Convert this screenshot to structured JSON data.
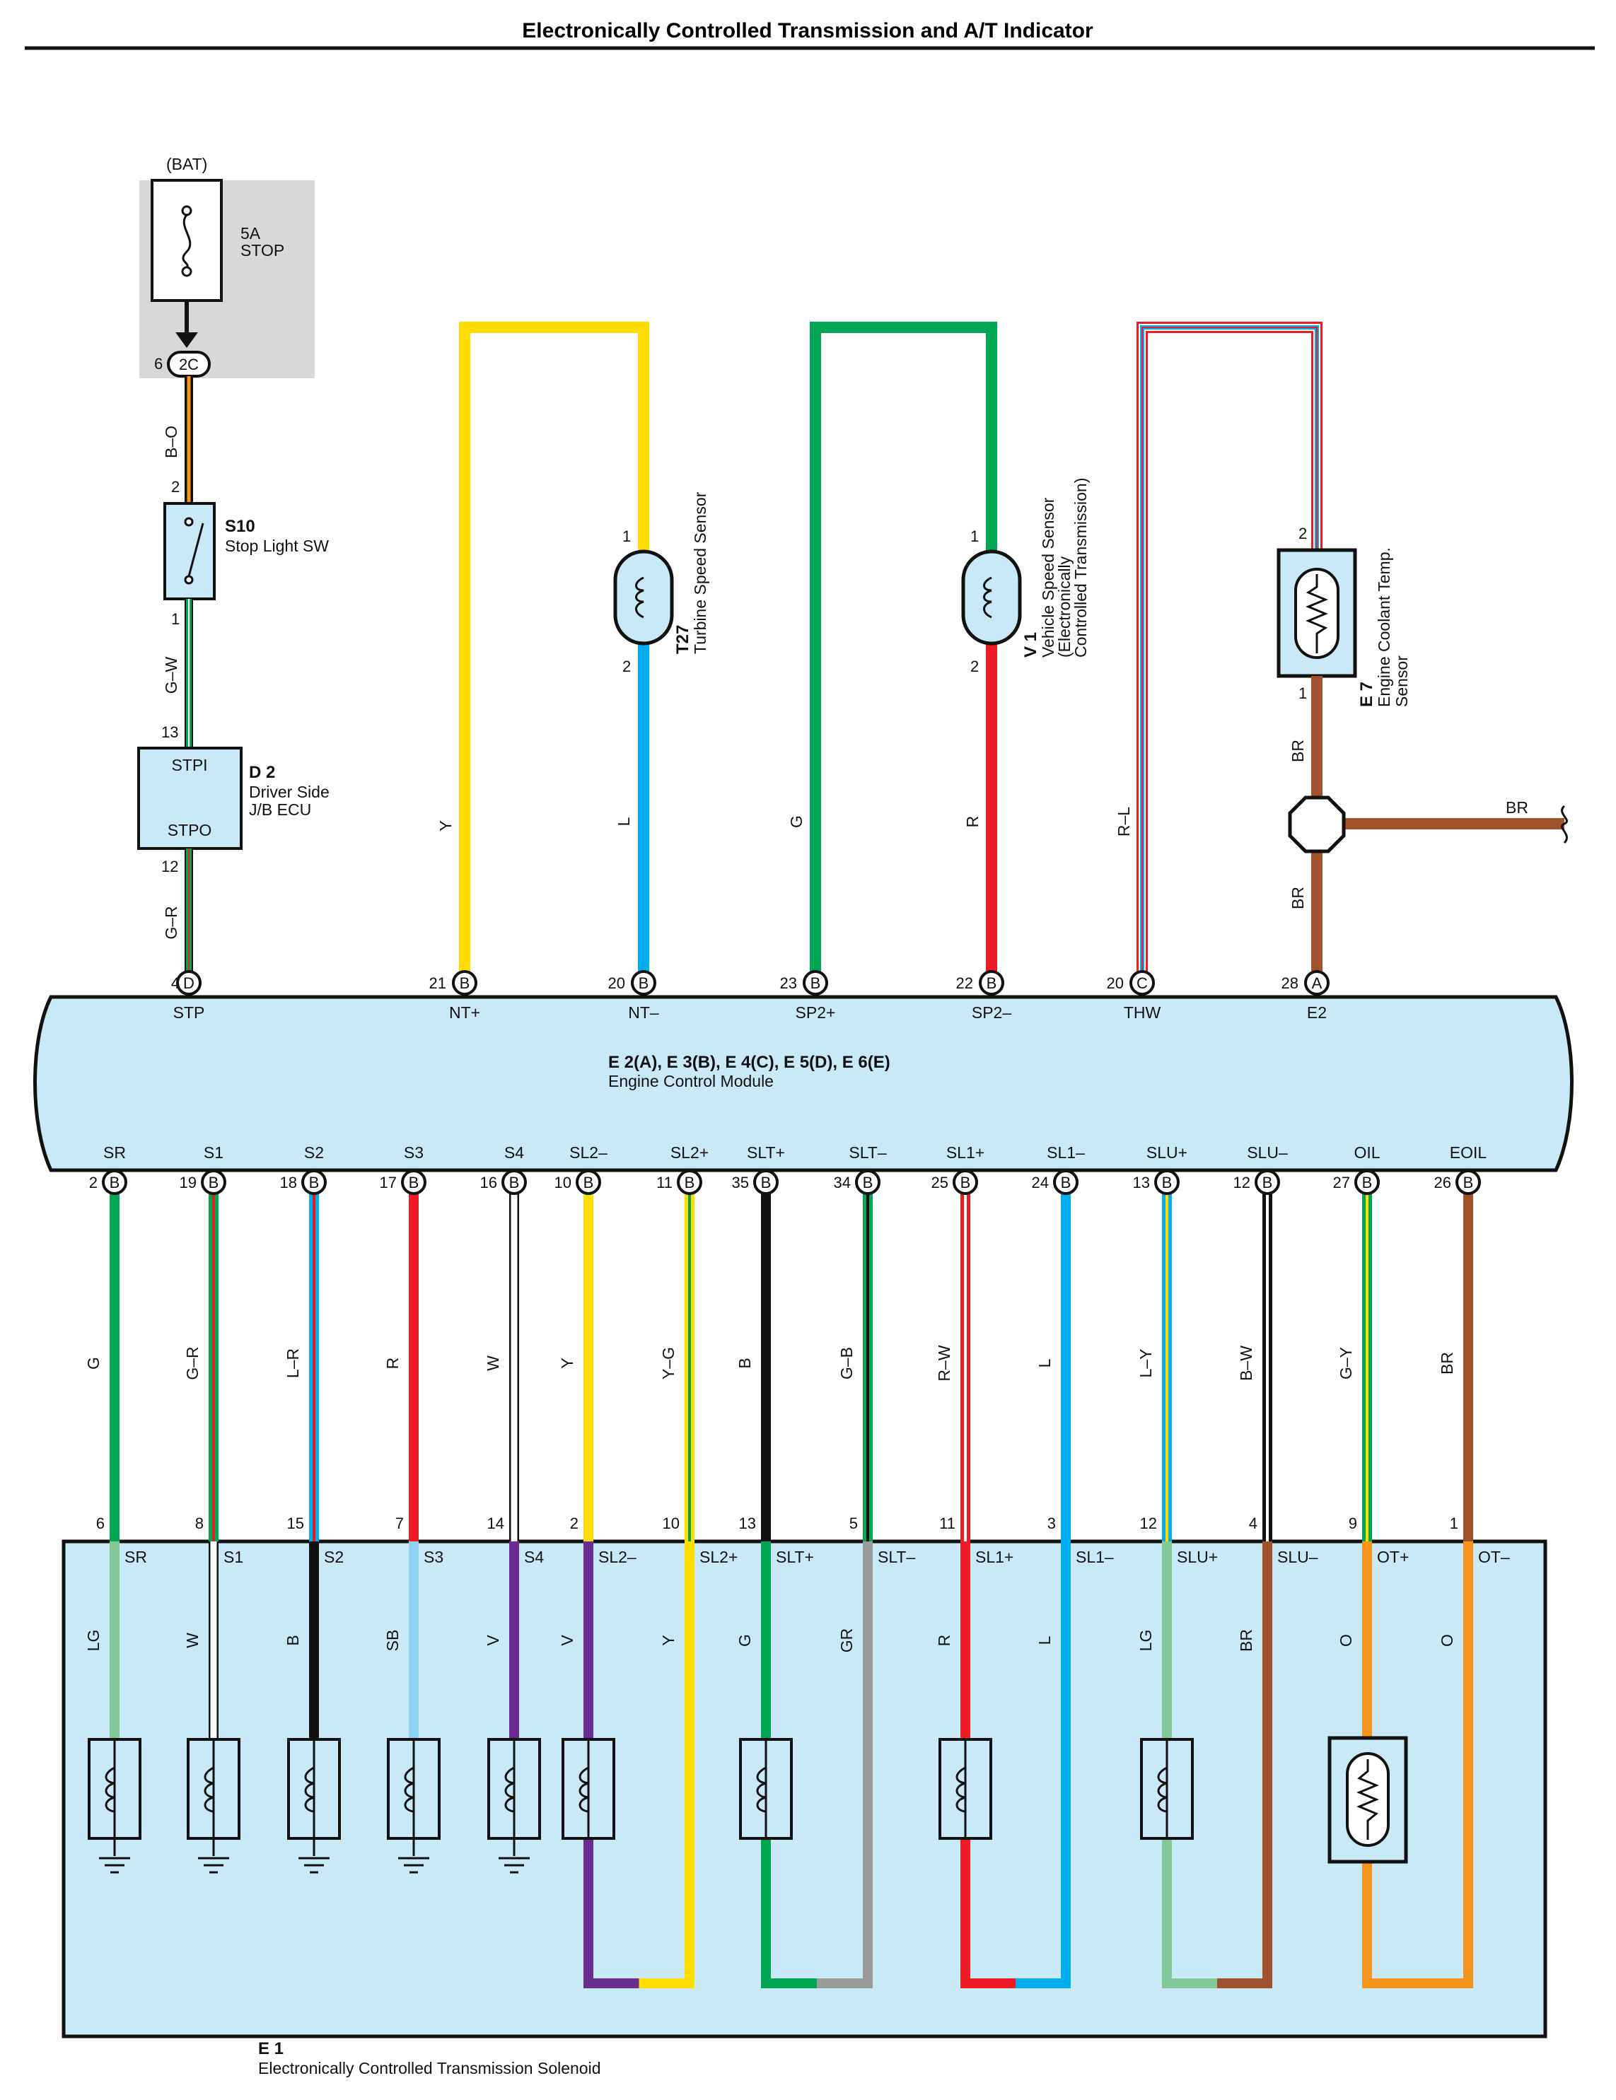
{
  "title": "Electronically Controlled Transmission and A/T Indicator",
  "colors": {
    "G": "#00a651",
    "LG": "#82c99a",
    "Y": "#ffdd00",
    "L": "#00aeef",
    "SB": "#8fd3f4",
    "R": "#ed1c24",
    "B": "#111111",
    "W": "#ffffff",
    "V": "#6a2c91",
    "GR": "#9b9b9b",
    "BR": "#a0522d",
    "O": "#f7941d",
    "box_fill": "#c9e9f6",
    "shade": "#d8d8d8"
  },
  "power": {
    "bat_label": "(BAT)",
    "fuse_rating": "5A",
    "fuse_name": "STOP",
    "conn_pin": "6",
    "conn_id": "2C",
    "wire_color_label": "B–O"
  },
  "stop_light_sw": {
    "ref": "S10",
    "name": "Stop Light SW",
    "pin_top": "2",
    "pin_bottom": "1",
    "wire_below": "G–W"
  },
  "driver_jb": {
    "ref": "D 2",
    "name_line1": "Driver Side",
    "name_line2": "J/B ECU",
    "term_in": "STPI",
    "term_out": "STPO",
    "pin_in": "13",
    "pin_out": "12",
    "wire_below": "G–R"
  },
  "turbine_sensor": {
    "ref": "T27",
    "name": "Turbine Speed Sensor",
    "pin1": "1",
    "pin2": "2",
    "wire_left": "Y",
    "wire_right": "L"
  },
  "vehicle_speed_sensor": {
    "ref": "V 1",
    "name_line1": "Vehicle Speed Sensor",
    "name_line2": "(Electronically",
    "name_line3": "Controlled Transmission)",
    "pin1": "1",
    "pin2": "2",
    "wire_left": "G",
    "wire_right": "R"
  },
  "coolant_sensor": {
    "ref": "E 7",
    "name_line1": "Engine Coolant Temp.",
    "name_line2": "Sensor",
    "pin_top": "2",
    "pin_bottom": "1",
    "wire_left": "R–L",
    "wire_upper": "BR",
    "wire_lower": "BR",
    "wire_side": "BR"
  },
  "ecm": {
    "connectors": "E 2(A), E 3(B), E 4(C), E 5(D), E 6(E)",
    "name": "Engine Control Module",
    "top_terms": [
      {
        "pin": "4",
        "conn": "D",
        "name": "STP"
      },
      {
        "pin": "21",
        "conn": "B",
        "name": "NT+"
      },
      {
        "pin": "20",
        "conn": "B",
        "name": "NT–"
      },
      {
        "pin": "23",
        "conn": "B",
        "name": "SP2+"
      },
      {
        "pin": "22",
        "conn": "B",
        "name": "SP2–"
      },
      {
        "pin": "20",
        "conn": "C",
        "name": "THW"
      },
      {
        "pin": "28",
        "conn": "A",
        "name": "E2"
      }
    ],
    "bottom_terms": [
      {
        "name": "SR",
        "pin": "2",
        "conn": "B",
        "wire": "G"
      },
      {
        "name": "S1",
        "pin": "19",
        "conn": "B",
        "wire": "G–R"
      },
      {
        "name": "S2",
        "pin": "18",
        "conn": "B",
        "wire": "L–R"
      },
      {
        "name": "S3",
        "pin": "17",
        "conn": "B",
        "wire": "R"
      },
      {
        "name": "S4",
        "pin": "16",
        "conn": "B",
        "wire": "W"
      },
      {
        "name": "SL2–",
        "pin": "10",
        "conn": "B",
        "wire": "Y"
      },
      {
        "name": "SL2+",
        "pin": "11",
        "conn": "B",
        "wire": "Y–G"
      },
      {
        "name": "SLT+",
        "pin": "35",
        "conn": "B",
        "wire": "B"
      },
      {
        "name": "SLT–",
        "pin": "34",
        "conn": "B",
        "wire": "G–B"
      },
      {
        "name": "SL1+",
        "pin": "25",
        "conn": "B",
        "wire": "R–W"
      },
      {
        "name": "SL1–",
        "pin": "24",
        "conn": "B",
        "wire": "L"
      },
      {
        "name": "SLU+",
        "pin": "13",
        "conn": "B",
        "wire": "L–Y"
      },
      {
        "name": "SLU–",
        "pin": "12",
        "conn": "B",
        "wire": "B–W"
      },
      {
        "name": "OIL",
        "pin": "27",
        "conn": "B",
        "wire": "G–Y"
      },
      {
        "name": "EOIL",
        "pin": "26",
        "conn": "B",
        "wire": "BR"
      }
    ]
  },
  "solenoid": {
    "ref": "E 1",
    "name": "Electronically Controlled Transmission Solenoid",
    "terms": [
      {
        "pin": "6",
        "name": "SR",
        "wire": "LG"
      },
      {
        "pin": "8",
        "name": "S1",
        "wire": "W"
      },
      {
        "pin": "15",
        "name": "S2",
        "wire": "B"
      },
      {
        "pin": "7",
        "name": "S3",
        "wire": "SB"
      },
      {
        "pin": "14",
        "name": "S4",
        "wire": "V"
      },
      {
        "pin": "2",
        "name": "SL2–",
        "wire": "V"
      },
      {
        "pin": "10",
        "name": "SL2+",
        "wire": "Y"
      },
      {
        "pin": "13",
        "name": "SLT+",
        "wire": "G"
      },
      {
        "pin": "5",
        "name": "SLT–",
        "wire": "GR"
      },
      {
        "pin": "11",
        "name": "SL1+",
        "wire": "R"
      },
      {
        "pin": "3",
        "name": "SL1–",
        "wire": "L"
      },
      {
        "pin": "12",
        "name": "SLU+",
        "wire": "LG"
      },
      {
        "pin": "4",
        "name": "SLU–",
        "wire": "BR"
      },
      {
        "pin": "9",
        "name": "OT+",
        "wire": "O"
      },
      {
        "pin": "1",
        "name": "OT–",
        "wire": "O"
      }
    ]
  }
}
